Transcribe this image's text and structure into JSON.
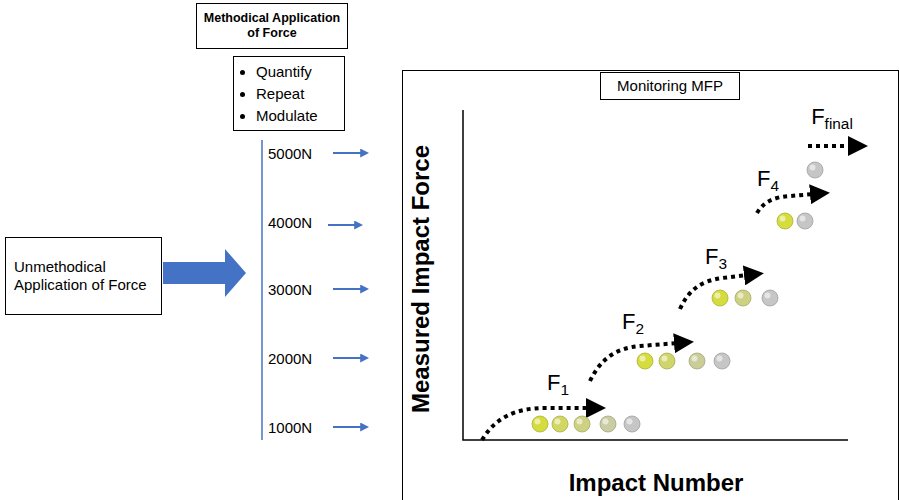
{
  "diagram": {
    "nodes": [
      {
        "text": [
          "Methodical Application of Force"
        ]
      },
      {
        "text": [
          "Quantify",
          "Repeat",
          "Modulate"
        ]
      },
      {
        "text": [
          "Unmethodical Application of Force"
        ]
      },
      {
        "text": [
          "Measured Impact Force",
          "Impact Number"
        ]
      },
      {
        "text": [
          "Monitoring MFP"
        ],
        "in": 3
      }
    ],
    "labels": [
      "5000N",
      "4000N",
      "3000N",
      "2000N",
      "1000N",
      "F1",
      "F2",
      "F3",
      "F4",
      "Ffinal"
    ]
  }
}
